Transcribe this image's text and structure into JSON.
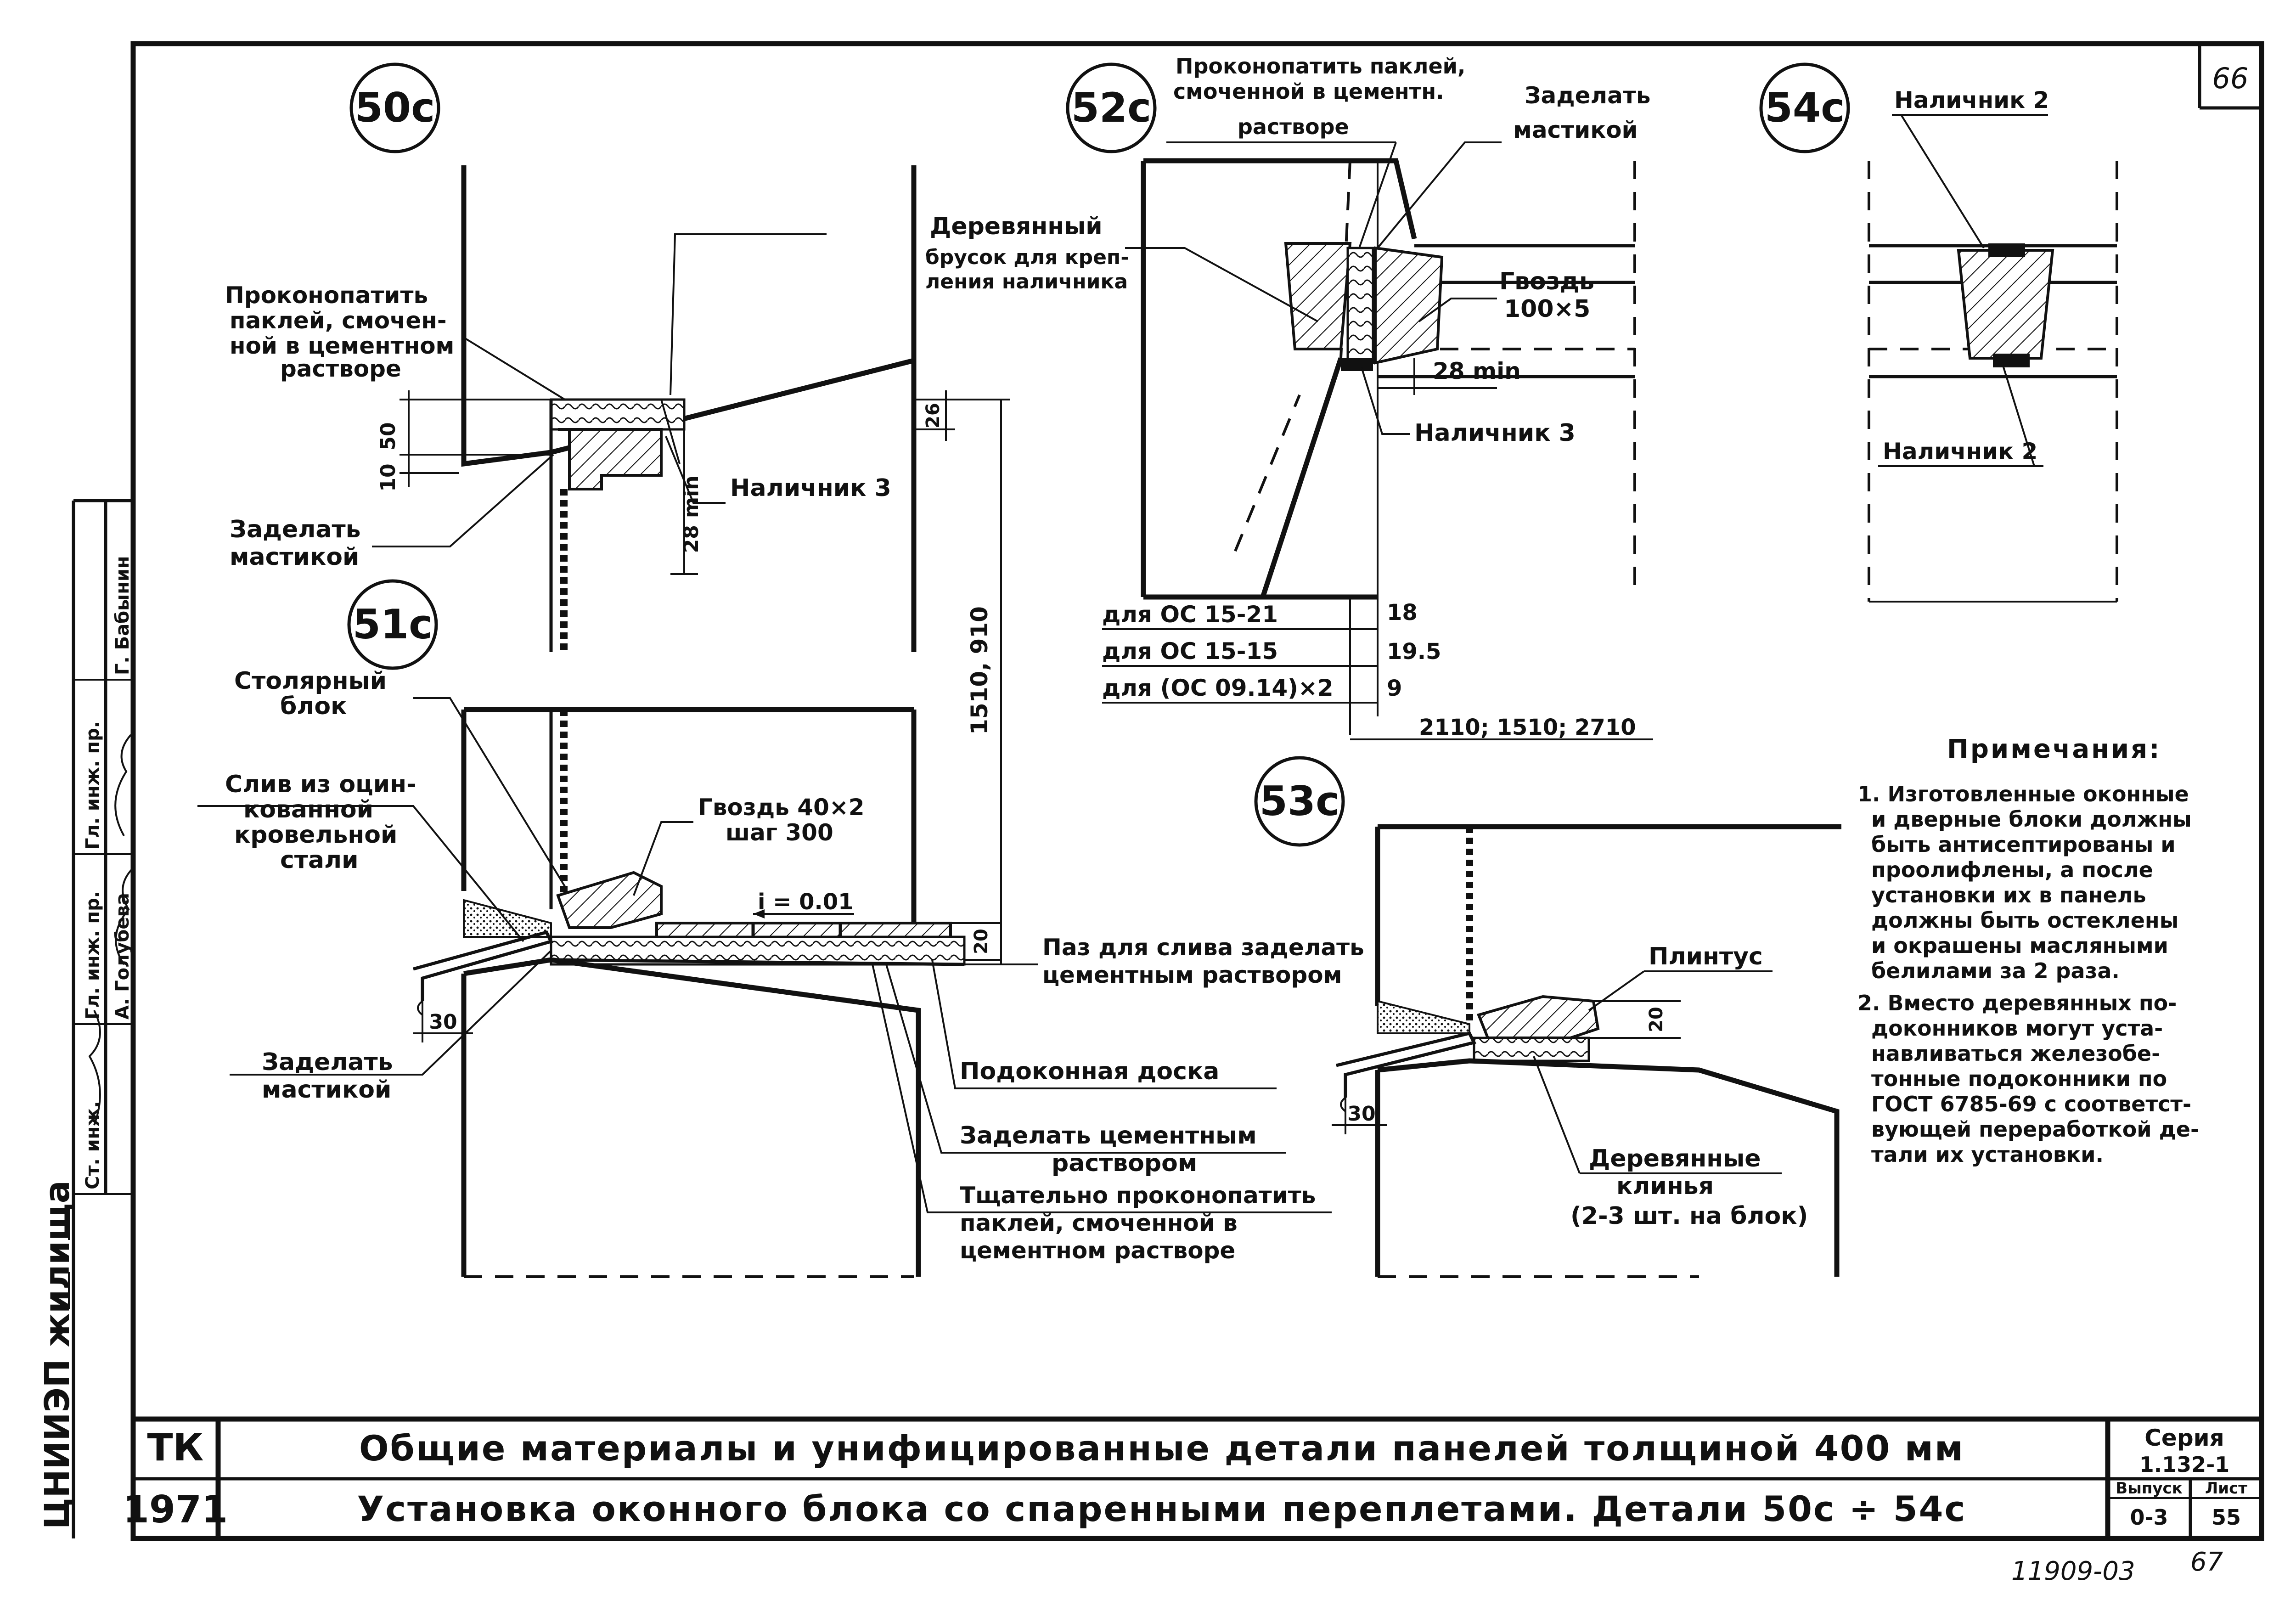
{
  "sheet_number_top": "66",
  "sheet_number_bottom": "67",
  "archive_code": "11909-03",
  "details": {
    "d50": {
      "id": "50с",
      "caulk": [
        "Проконопатить",
        "паклей, смочен-",
        "ной в цементном",
        "растворе"
      ],
      "mastic": [
        "Заделать",
        "мастикой"
      ],
      "casing": "Наличник 3",
      "dims": {
        "d50": "50",
        "d10": "10",
        "d26": "26",
        "d28min": "28 min",
        "d_height": "1510, 910"
      }
    },
    "d51": {
      "id": "51с",
      "joinery": [
        "Столярный",
        "блок"
      ],
      "drip": [
        "Слив из оцин-",
        "кованной",
        "кровельной",
        "стали"
      ],
      "mastic": [
        "Заделать",
        "мастикой"
      ],
      "nail": [
        "Гвоздь 40×2",
        "шаг 300"
      ],
      "slope": "i = 0.01",
      "groove": [
        "Паз для слива заделать",
        "цементным раствором"
      ],
      "sill_board": "Подоконная доска",
      "cement": [
        "Заделать цементным",
        "раствором"
      ],
      "caulk": [
        "Тщательно проконопатить",
        "паклей, смоченной в",
        "цементном растворе"
      ],
      "dims": {
        "d20": "20",
        "d30": "30"
      }
    },
    "d52": {
      "id": "52с",
      "caulk": [
        "Проконопатить паклей,",
        "смоченной в цементн.",
        "растворе"
      ],
      "mastic": [
        "Заделать",
        "мастикой"
      ],
      "batten": [
        "Деревянный",
        "брусок для креп-",
        "ления наличника"
      ],
      "nail": [
        "Гвоздь",
        "100×5"
      ],
      "dim_28": "28 min",
      "casing": "Наличник 3",
      "table": [
        {
          "label": "для ОС 15-21",
          "value": "18"
        },
        {
          "label": "для ОС 15-15",
          "value": "19.5"
        },
        {
          "label": "для (ОС 09.14)×2",
          "value": "9"
        }
      ],
      "dim_bottom": "2110; 1510; 2710"
    },
    "d53": {
      "id": "53с",
      "plinth": "Плинтус",
      "wedges": [
        "Деревянные",
        "клинья",
        "(2-3 шт. на блок)"
      ],
      "dims": {
        "d20": "20",
        "d30": "30"
      }
    },
    "d54": {
      "id": "54с",
      "casing_top": "Наличник 2",
      "casing_bottom": "Наличник 2"
    }
  },
  "notes": {
    "title": "Примечания:",
    "items": [
      [
        "1. Изготовленные оконные",
        "и дверные блоки должны",
        "быть антисептированы и",
        "проолифлены, а после",
        "установки их в панель",
        "должны быть остеклены",
        "и окрашены масляными",
        "белилами за 2 раза."
      ],
      [
        "2. Вместо деревянных по-",
        "доконников могут уста-",
        "навливаться железобе-",
        "тонные подоконники по",
        "ГОСТ 6785-69 с соответст-",
        "вующей переработкой де-",
        "тали их установки."
      ]
    ]
  },
  "side_stamp": {
    "org": "ЦНИИЭП жилища",
    "rows": [
      {
        "role": "Ст. инж.",
        "name": ""
      },
      {
        "role": "Гл. инж. пр.",
        "name": "А. Голубева"
      },
      {
        "role": "Гл. инж. пр.",
        "name": "Г. Бабынин"
      }
    ]
  },
  "title_block": {
    "tk": "ТК",
    "year": "1971",
    "line1": "Общие материалы и унифицированные детали панелей толщиной 400 мм",
    "line2": "Установка оконного блока со спаренными переплетами. Детали  50с ÷ 54с",
    "series_label": "Серия",
    "series_value": "1.132-1",
    "issue_label": "Выпуск",
    "issue_value": "0-3",
    "sheet_label": "Лист",
    "sheet_value": "55"
  }
}
